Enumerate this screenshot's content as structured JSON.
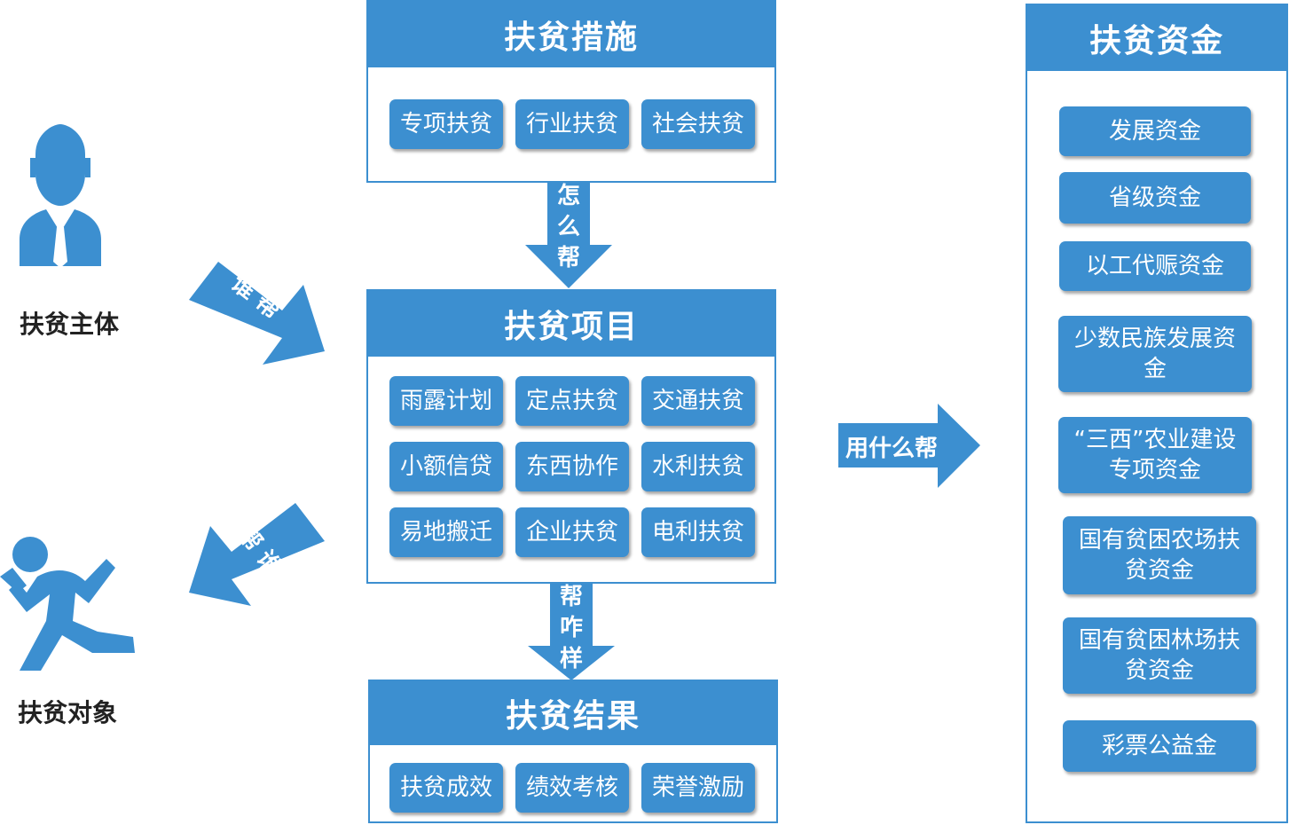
{
  "colors": {
    "primary": "#3c8fd0",
    "text": "#ffffff",
    "label": "#222222"
  },
  "left": {
    "subject_label": "扶贫主体",
    "subject_icon": "businessman-icon",
    "object_label": "扶贫对象",
    "object_icon": "running-person-icon",
    "arrow_who_helps": [
      "谁",
      "帮"
    ],
    "arrow_help_whom": [
      "帮",
      "谁"
    ]
  },
  "measures": {
    "title": "扶贫措施",
    "items": [
      "专项扶贫",
      "行业扶贫",
      "社会扶贫"
    ]
  },
  "arrow_how": [
    "怎",
    "么",
    "帮"
  ],
  "projects": {
    "title": "扶贫项目",
    "items": [
      "雨露计划",
      "定点扶贫",
      "交通扶贫",
      "小额信贷",
      "东西协作",
      "水利扶贫",
      "易地搬迁",
      "企业扶贫",
      "电利扶贫"
    ]
  },
  "arrow_result": [
    "帮",
    "咋",
    "样"
  ],
  "results": {
    "title": "扶贫结果",
    "items": [
      "扶贫成效",
      "绩效考核",
      "荣誉激励"
    ]
  },
  "arrow_funds": "用什么帮",
  "funds": {
    "title": "扶贫资金",
    "items": [
      "发展资金",
      "省级资金",
      "以工代赈资金",
      "少数民族发展资金",
      "“三西”农业建设专项资金",
      "国有贫困农场扶贫资金",
      "国有贫困林场扶贫资金",
      "彩票公益金"
    ]
  }
}
